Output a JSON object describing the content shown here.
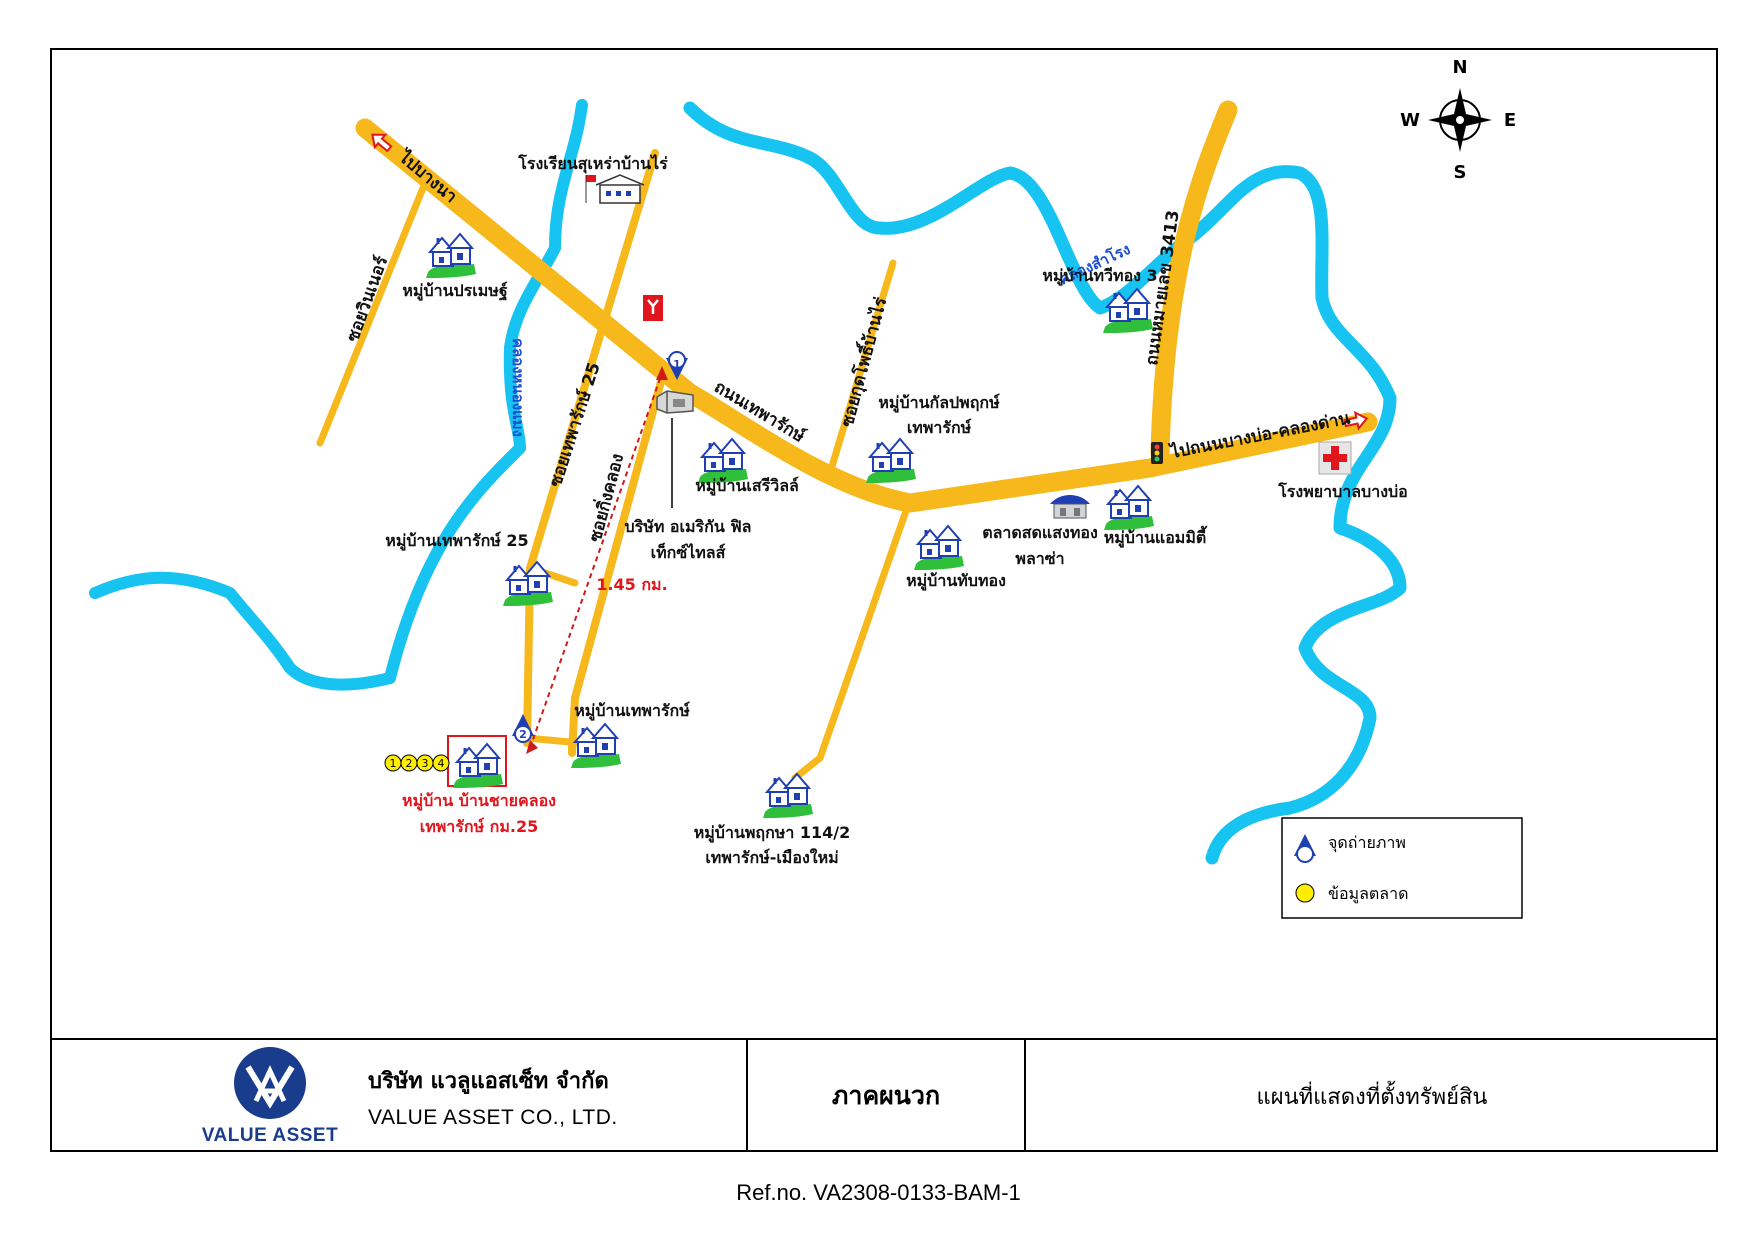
{
  "compass": {
    "n": "N",
    "s": "S",
    "e": "E",
    "w": "W"
  },
  "roads": {
    "bang_na": "ไปบางนา",
    "soi_winner": "ซอยวินเนอร์",
    "soi_theparak_25": "ซอยเทพารักษ์ 25",
    "soi_king_khlong": "ซอยกิ่งคลอง",
    "thanon_theparak": "ถนนเทพารักษ์",
    "soi_kut_pho_ban_rai": "ซอยกุดโพธิ์บ้านไร่",
    "road_3413": "ถนนหมายเลข 3413",
    "to_bang_bo": "ไปถนนบางบ่อ-คลองด่าน"
  },
  "canals": {
    "khlong_sam_rong": "คลองสำโรง",
    "khlong_nong_maeng": "คลองหนองแมง"
  },
  "places": {
    "school": "โรงเรียนสุเหร่าบ้านไร่",
    "pramet": "หมู่บ้านปรเมษฐ์",
    "theparak25": "หมู่บ้านเทพารักษ์ 25",
    "company_1": "บริษัท อเมริกัน ฟิล",
    "company_2": "เท็กซ์ไทลส์",
    "sereeville": "หมู่บ้านเสรีวิลล์",
    "kalpaphruek_1": "หมู่บ้านกัลปพฤกษ์",
    "kalpaphruek_2": "เทพารักษ์",
    "thawee_thong": "หมู่บ้านทวีทอง 3",
    "hospital": "โรงพยาบาลบางบ่อ",
    "market_1": "ตลาดสดแสงทอง",
    "market_2": "พลาซ่า",
    "emmy": "หมู่บ้านแอมมิตี้",
    "thapthong": "หมู่บ้านทับทอง",
    "theparak_village": "หมู่บ้านเทพารักษ์",
    "phruksa_1": "หมู่บ้านพฤกษา 114/2",
    "phruksa_2": "เทพารักษ์-เมืองใหม่",
    "subject_1": "หมู่บ้าน บ้านชายคลอง",
    "subject_2": "เทพารักษ์ กม.25",
    "distance": "1.45 กม."
  },
  "markers": {
    "photo_1": "1",
    "photo_2": "2",
    "market_points": [
      "1",
      "2",
      "3",
      "4"
    ]
  },
  "legend": {
    "photo_point": "จุดถ่ายภาพ",
    "market_data": "ข้อมูลตลาด"
  },
  "title_block": {
    "company_th": "บริษัท แวลูแอสเซ็ท จำกัด",
    "company_en": "VALUE ASSET CO., LTD.",
    "logo_text": "VALUE ASSET",
    "section": "ภาคผนวก",
    "title": "แผนที่แสดงที่ตั้งทรัพย์สิน"
  },
  "ref_no": "Ref.no. VA2308-0133-BAM-1",
  "colors": {
    "road": "#f6b81a",
    "canal": "#17c3f0",
    "house_blue": "#1f3fb3",
    "grass": "#2fbf3a",
    "route_red": "#d11a1a",
    "subject_red": "#e0161c",
    "logo_blue": "#1a3c8c",
    "market_yellow": "#ffee00"
  }
}
